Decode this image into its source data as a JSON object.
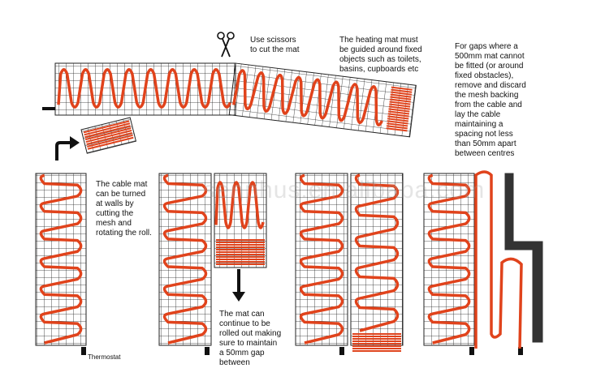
{
  "notes": {
    "scissors": "Use scissors\nto cut the mat",
    "fixed_objects": "The heating mat must\nbe guided around fixed\nobjects such as toilets,\nbasins, cupboards etc",
    "gaps": "For gaps where a\n500mm mat cannot\nbe fitted (or around\nfixed obstacles),\nremove and discard\nthe mesh backing\nfrom the cable and\nlay the cable\nmaintaining a\nspacing not less\nthan 50mm apart\nbetween centres",
    "turned": "The cable mat\ncan be turned\nat walls by\ncutting the\nmesh and\nrotating the roll.",
    "rolled_out": "The mat can\ncontinue to be\nrolled out making\nsure to maintain\na 50mm gap\nbetween",
    "thermostat": "Thermostat"
  },
  "watermark": "senphus.en.alibaba.com",
  "colors": {
    "cable": "#e0431c",
    "grid": "#222222",
    "dark": "#333333",
    "background": "#ffffff"
  },
  "icons": {
    "scissors": "scissors-icon",
    "turn_arrow": "turn-arrow-icon",
    "down_arrow": "down-arrow-icon"
  }
}
